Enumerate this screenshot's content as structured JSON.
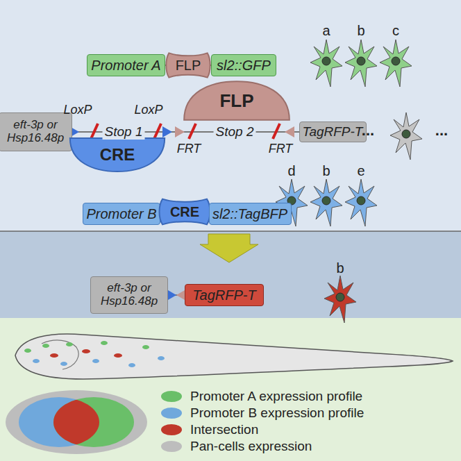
{
  "diagram": {
    "nodes": [
      {
        "text": [
          "Promoter A"
        ]
      },
      {
        "text": [
          "FLP"
        ]
      },
      {
        "text": [
          "sl2::GFP"
        ]
      },
      {
        "text": [
          "eft-3p or Hsp16.48p"
        ]
      },
      {
        "text": [
          "CRE"
        ]
      },
      {
        "text": [
          "FLP"
        ]
      },
      {
        "text": [
          "TagRFP-T"
        ]
      },
      {
        "text": [
          "Promoter B"
        ]
      },
      {
        "text": [
          "CRE"
        ]
      },
      {
        "text": [
          "sl2::TagBFP"
        ]
      },
      {
        "text": [
          "eft-3p or Hsp16.48p"
        ]
      },
      {
        "text": [
          "TagRFP-T"
        ]
      }
    ],
    "labels": [
      "a",
      "b",
      "c",
      "LoxP",
      "LoxP",
      "Stop 1",
      "FRT",
      "FRT",
      "Stop 2",
      "...",
      "...",
      "d",
      "b",
      "e",
      "b"
    ],
    "legend": [
      {
        "text": "Promoter A expression profile",
        "color": "#6abf69"
      },
      {
        "text": "Promoter B expression profile",
        "color": "#6fa8dc"
      },
      {
        "text": "Intersection",
        "color": "#c0392b"
      },
      {
        "text": "Pan-cells expression",
        "color": "#bdbdbd"
      }
    ]
  }
}
